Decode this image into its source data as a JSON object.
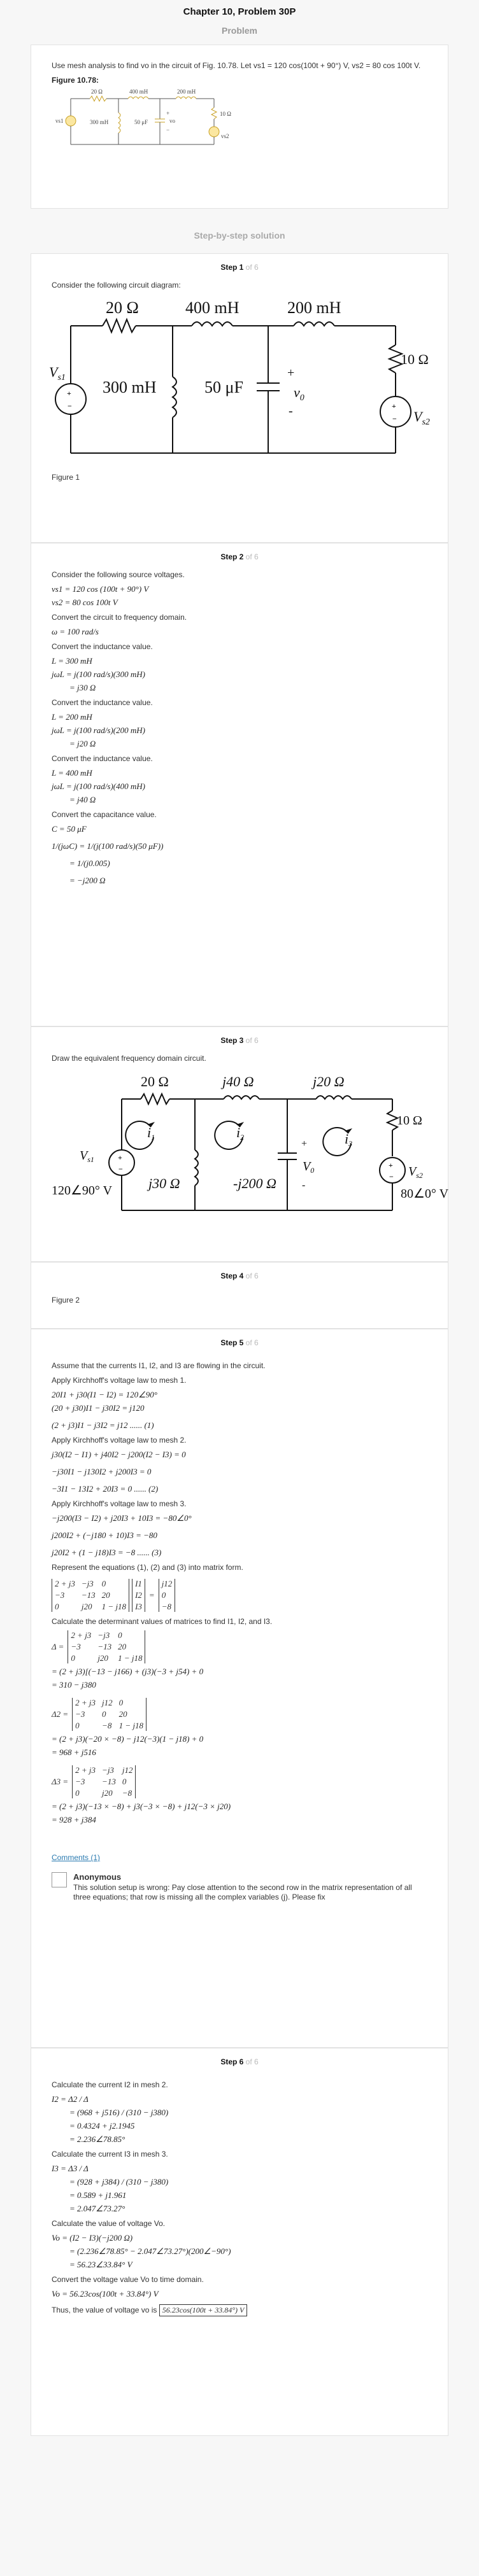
{
  "header": {
    "chapter_title": "Chapter 10, Problem 30P",
    "problem_label": "Problem"
  },
  "problem": {
    "text": "Use mesh analysis to find vo in the circuit of Fig. 10.78. Let vs1 = 120 cos(100t + 90°) V, vs2 = 80 cos 100t V.",
    "figure_title": "Figure 10.78:",
    "fig": {
      "r1": "20 Ω",
      "l1": "400 mH",
      "l2": "200 mH",
      "l3": "300 mH",
      "c": "50 μF",
      "r2": "10 Ω",
      "vs1": "vs1",
      "vs2": "vs2",
      "vo": "vo",
      "plus": "+",
      "minus": "−"
    }
  },
  "sbs_title": "Step-by-step solution",
  "steps": {
    "s1": {
      "step": "Step 1",
      "of": "of 6",
      "intro": "Consider the following circuit diagram:",
      "figure": "Figure 1",
      "fig": {
        "r1": "20 Ω",
        "l1": "400 mH",
        "l2": "200 mH",
        "l3": "300 mH",
        "c": "50 μF",
        "r2": "10 Ω",
        "vs1": "V",
        "vs1_sub": "s1",
        "vs2": "V",
        "vs2_sub": "s2",
        "vo": "v",
        "vo_sub": "0",
        "plus": "+",
        "minus": "-"
      }
    },
    "s2": {
      "step": "Step 2",
      "of": "of 6",
      "p1": "Consider the following source voltages.",
      "m1": "vs1 = 120 cos (100t + 90°) V",
      "m2": "vs2 = 80 cos 100t V",
      "p2": "Convert the circuit to frequency domain.",
      "m3": "ω = 100 rad/s",
      "p3": "Convert the inductance value.",
      "m4": "L = 300 mH",
      "m5": "jωL = j(100 rad/s)(300 mH)",
      "m6": "= j30 Ω",
      "p4": "Convert the inductance value.",
      "m7": "L = 200 mH",
      "m8": "jωL = j(100 rad/s)(200 mH)",
      "m9": "= j20 Ω",
      "p5": "Convert the inductance value.",
      "m10": "L = 400 mH",
      "m11": "jωL = j(100 rad/s)(400 mH)",
      "m12": "= j40 Ω",
      "p6": "Convert the capacitance value.",
      "m13": "C = 50 μF",
      "m14": "1/(jωC) = 1/(j(100 rad/s)(50 μF))",
      "m15": "= 1/(j0.005)",
      "m16": "= −j200 Ω"
    },
    "s3": {
      "step": "Step 3",
      "of": "of 6",
      "intro": "Draw the equivalent frequency domain circuit.",
      "fig": {
        "r1": "20 Ω",
        "l1": "j40 Ω",
        "l2": "j20 Ω",
        "l3": "j30 Ω",
        "c": "-j200 Ω",
        "r2": "10 Ω",
        "vs1": "V",
        "vs1_sub": "s1",
        "vs1_val": "120∠90° V",
        "vs2": "V",
        "vs2_sub": "s2",
        "vs2_val": "80∠0° V",
        "i1": "i",
        "i1_sub": "1",
        "i2": "i",
        "i2_sub": "2",
        "i3": "i",
        "i3_sub": "3",
        "vo": "V",
        "vo_sub": "0",
        "plus": "+",
        "minus": "-"
      }
    },
    "s4": {
      "step": "Step 4",
      "of": "of 6",
      "figure": "Figure 2"
    },
    "s5": {
      "step": "Step 5",
      "of": "of 6",
      "p1": "Assume that the currents I1, I2, and I3 are flowing in the circuit.",
      "p2": "Apply Kirchhoff's voltage law to mesh 1.",
      "m1": "20I1 + j30(I1 − I2) = 120∠90°",
      "m2": "(20 + j30)I1 − j30I2 = j120",
      "m3": "(2 + j3)I1 − j3I2 = j12 ...... (1)",
      "p3": "Apply Kirchhoff's voltage law to mesh 2.",
      "m4": "j30(I2 − I1) + j40I2 − j200(I2 − I3) = 0",
      "m5": "−j30I1 − j130I2 + j200I3 = 0",
      "m6": "−3I1 − 13I2 + 20I3 = 0 ...... (2)",
      "p4": "Apply Kirchhoff's voltage law to mesh 3.",
      "m7": "−j200(I3 − I2) + j20I3 + 10I3 = −80∠0°",
      "m8": "j200I2 + (−j180 + 10)I3 = −80",
      "m9": "j20I2 + (1 − j18)I3 = −8 ...... (3)",
      "p5": "Represent the equations (1), (2) and (3) into matrix form.",
      "matrix": [
        [
          "2 + j3",
          "−j3",
          "0"
        ],
        [
          "−3",
          "−13",
          "20"
        ],
        [
          "0",
          "j20",
          "1 − j18"
        ]
      ],
      "vec_i": [
        "I1",
        "I2",
        "I3"
      ],
      "vec_b": [
        "j12",
        "0",
        "−8"
      ],
      "p6": "Calculate the determinant values of matrices to find I1, I2, and I3.",
      "d_label": "Δ =",
      "d_matrix": [
        [
          "2 + j3",
          "−j3",
          "0"
        ],
        [
          "−3",
          "−13",
          "20"
        ],
        [
          "0",
          "j20",
          "1 − j18"
        ]
      ],
      "d1": "= (2 + j3)[(−13 − j166) + (j3)(−3 + j54) + 0",
      "d2": "= 310 − j380",
      "d2_label": "Δ2 =",
      "d2_matrix": [
        [
          "2 + j3",
          "j12",
          "0"
        ],
        [
          "−3",
          "0",
          "20"
        ],
        [
          "0",
          "−8",
          "1 − j18"
        ]
      ],
      "d3": "= (2 + j3)(−20 × −8) − j12(−3)(1 − j18) + 0",
      "d4": "= 968 + j516",
      "d3_label": "Δ3 =",
      "d3_matrix": [
        [
          "2 + j3",
          "−j3",
          "j12"
        ],
        [
          "−3",
          "−13",
          "0"
        ],
        [
          "0",
          "j20",
          "−8"
        ]
      ],
      "d5": "= (2 + j3)(−13 × −8) + j3(−3 × −8) + j12(−3 × j20)",
      "d6": "= 928 + j384",
      "comments": "Comments (1)",
      "comment_author": "Anonymous",
      "comment_text": "This solution setup is wrong: Pay close attention to the second row in the matrix representation of all three equations; that row is missing all the complex variables (j). Please fix"
    },
    "s6": {
      "step": "Step 6",
      "of": "of 6",
      "p1": "Calculate the current I2 in mesh 2.",
      "m1": "I2 = Δ2 / Δ",
      "m2": "= (968 + j516) / (310 − j380)",
      "m3": "= 0.4324 + j2.1945",
      "m4": "= 2.236∠78.85°",
      "p2": "Calculate the current I3 in mesh 3.",
      "m5": "I3 = Δ3 / Δ",
      "m6": "= (928 + j384) / (310 − j380)",
      "m7": "= 0.589 + j1.961",
      "m8": "= 2.047∠73.27°",
      "p3": "Calculate the value of voltage Vo.",
      "m9": "Vo = (I2 − I3)(−j200 Ω)",
      "m10": "= (2.236∠78.85° − 2.047∠73.27°)(200∠−90°)",
      "m11": "= 56.23∠33.84° V",
      "p4": "Convert the voltage value Vo to time domain.",
      "m12": "Vo = 56.23cos(100t + 33.84°) V",
      "p5": "Thus, the value of voltage vo is",
      "final": "56.23cos(100t + 33.84°) V"
    }
  }
}
